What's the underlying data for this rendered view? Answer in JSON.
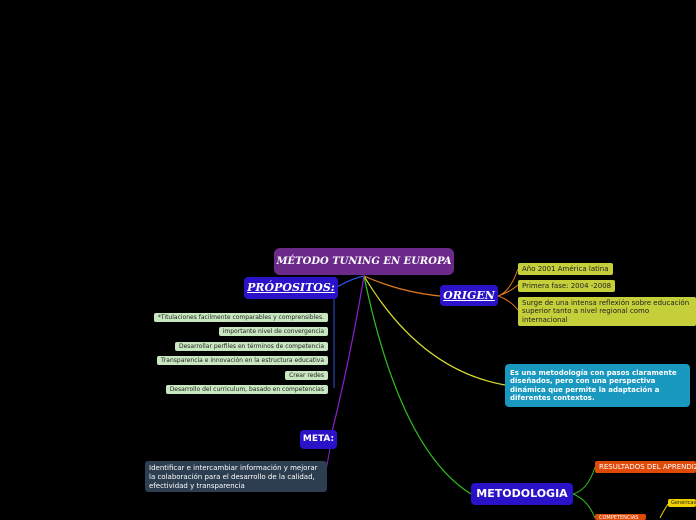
{
  "central": {
    "title": "MÉTODO TUNING EN EUROPA"
  },
  "propositos": {
    "title": "PRÓPOSITOS:",
    "items": [
      "*Titulaciones facilmente comparables y comprensibles.",
      "importante nivel de convergencia",
      "Desarrollar perfiles en términos de competencia",
      "Transparencia e innovación en la estructura educativa",
      "Crear redes",
      "Desarrollo del curriculum, basado en competencias"
    ]
  },
  "origen": {
    "title": "ORIGEN",
    "items": [
      "Año 2001 América latina",
      "Primera fase: 2004 -2008",
      "Surge de una  intensa reflexión sobre educación superior tanto a nivel regional como internacional"
    ]
  },
  "descripcion": "Es una metodología con pasos claramente diseñados, pero con una perspectiva dinámica que permite la adaptación a diferentes contextos.",
  "meta": {
    "title": "META:",
    "text": "Identificar e intercambiar información y mejorar la colaboración para el desarrollo de la calidad, efectividad y transparencia"
  },
  "metodologia": {
    "title": "METODOLOGIA",
    "items": [
      "RESULTADOS DEL APRENDIZAJE",
      "COMPETENCIAS"
    ],
    "sub": [
      "Genéricas"
    ]
  },
  "colors": {
    "background": "#000000",
    "central": "#6b2a8a",
    "main_node": "#2a12c8",
    "origen_line": "#e07a20",
    "descripcion_line": "#d8e030",
    "metodologia_line": "#30c020",
    "meta_line": "#8a20d0",
    "propositos_line": "#3050e0"
  }
}
